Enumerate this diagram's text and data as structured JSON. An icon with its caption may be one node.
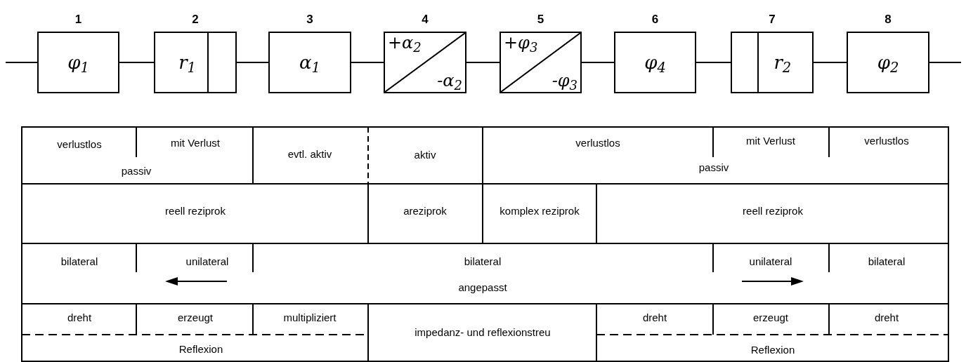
{
  "diagram": {
    "nodes": [
      {
        "text": [
          "1",
          "φ$_{1}$"
        ]
      },
      {
        "text": [
          "2",
          "r$_{1}$"
        ]
      },
      {
        "text": [
          "3",
          "α$_{1}$"
        ]
      },
      {
        "text": [
          "4",
          "+α$_{2}$",
          "-α$_{2}$"
        ]
      },
      {
        "text": [
          "5",
          "+φ$_{3}$",
          "-φ$_{3}$"
        ]
      },
      {
        "text": [
          "6",
          "φ$_{4}$"
        ]
      },
      {
        "text": [
          "7",
          "r$_{2}$"
        ]
      },
      {
        "text": [
          "8",
          "φ$_{2}$"
        ]
      }
    ],
    "edges": [
      {
        "from": null,
        "to": 0,
        "arrow": "none"
      },
      {
        "from": 0,
        "to": 1,
        "arrow": "none"
      },
      {
        "from": 1,
        "to": 2,
        "arrow": "none"
      },
      {
        "from": 2,
        "to": 3,
        "arrow": "none"
      },
      {
        "from": 3,
        "to": 4,
        "arrow": "none"
      },
      {
        "from": 4,
        "to": 5,
        "arrow": "none"
      },
      {
        "from": 5,
        "to": 6,
        "arrow": "none"
      },
      {
        "from": 6,
        "to": 7,
        "arrow": "none"
      },
      {
        "from": 7,
        "to": null,
        "arrow": "none"
      }
    ],
    "labels": [
      "verlustlos",
      "mit Verlust",
      "evtl. aktiv",
      "aktiv",
      "verlustlos",
      "mit Verlust",
      "verlustlos",
      "passiv",
      "passiv",
      "reell reziprok",
      "areziprok",
      "komplex reziprok",
      "reell reziprok",
      "bilateral",
      "unilateral",
      "bilateral",
      "unilateral",
      "bilateral",
      "angepasst",
      "dreht",
      "erzeugt",
      "multipliziert",
      "impedanz- und reflexionstreu",
      "dreht",
      "erzeugt",
      "dreht",
      "Reflexion",
      "Reflexion"
    ]
  }
}
